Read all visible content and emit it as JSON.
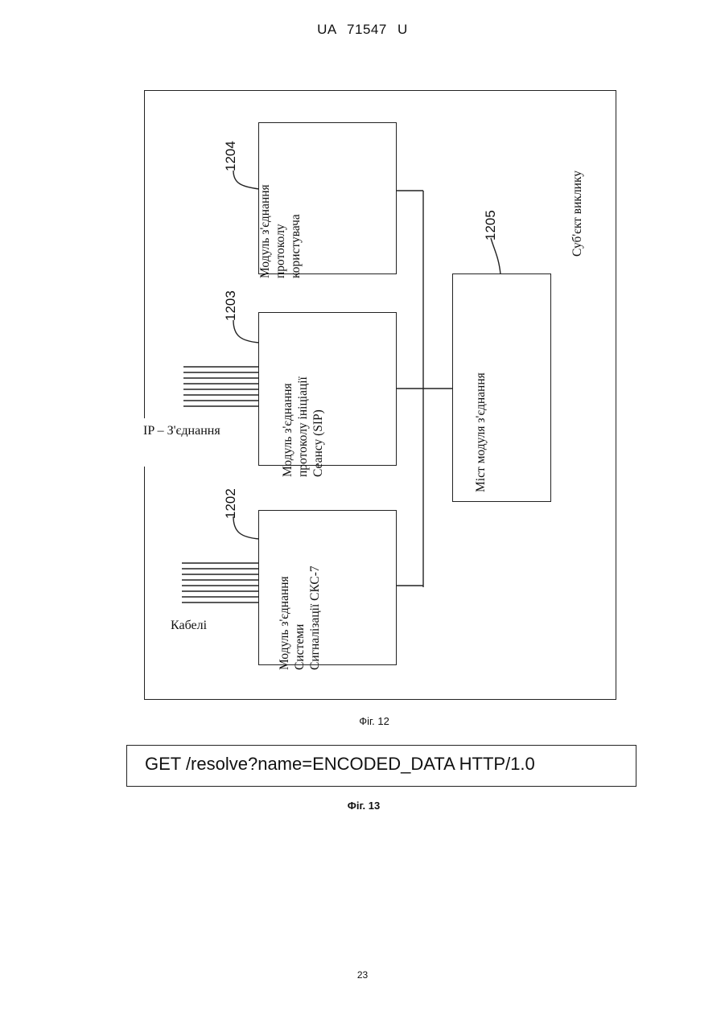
{
  "header": {
    "text": "UA   71547   U"
  },
  "figure12": {
    "caption": "Фіг. 12",
    "outer_label": "Суб'єкт виклику",
    "modules": [
      {
        "id": "1204",
        "lines": [
          "Модуль з'єднання",
          "протоколу",
          "користувача"
        ]
      },
      {
        "id": "1203",
        "lines": [
          "Модуль з'єднання",
          "протоколу ініціації",
          "Сеансу (SIP)"
        ]
      },
      {
        "id": "1202",
        "lines": [
          "Модуль з'єднання",
          "Системи",
          "Сигналізації СКС-7"
        ]
      },
      {
        "id": "1205",
        "lines": [
          "Міст модуля з'єднання"
        ]
      }
    ],
    "ip_label": "IP – З'єднання",
    "cable_label": "Кабелі"
  },
  "figure13": {
    "code_line": "GET /resolve?name=ENCODED_DATA HTTP/1.0",
    "caption": "Фіг. 13"
  },
  "footer": {
    "page_number": "23"
  }
}
